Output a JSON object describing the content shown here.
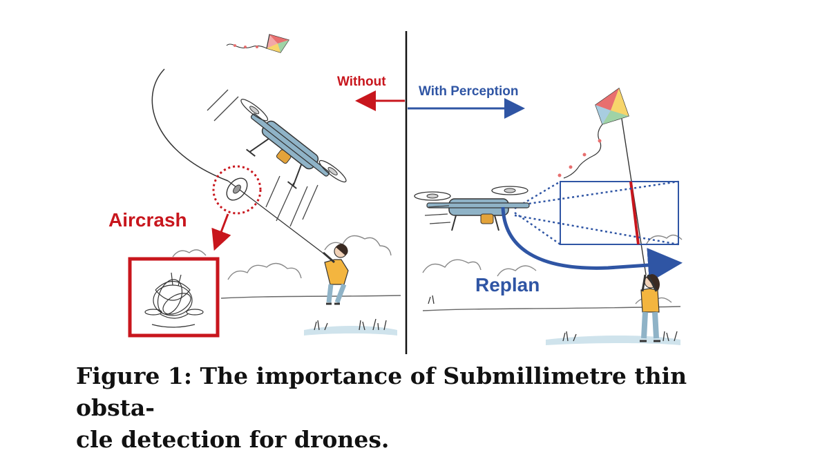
{
  "figure": {
    "left_label": "Without",
    "right_label": "With Perception",
    "crash_label": "Aircrash",
    "replan_label": "Replan",
    "colors": {
      "red": "#c8161d",
      "blue": "#2f55a4",
      "drone": "#8fb3c7",
      "sky_ground": "#cfe3ec",
      "shirt": "#f3b53f",
      "pants": "#8fb3c7",
      "ink": "#2a2a2a"
    },
    "icons": [
      "kite-icon",
      "drone-icon",
      "person-icon",
      "crashed-drone-icon",
      "cloud-icon",
      "grass-icon"
    ]
  },
  "caption": {
    "line1": "Figure 1: The importance of Submillimetre thin obsta-",
    "line2": "cle detection for drones."
  }
}
